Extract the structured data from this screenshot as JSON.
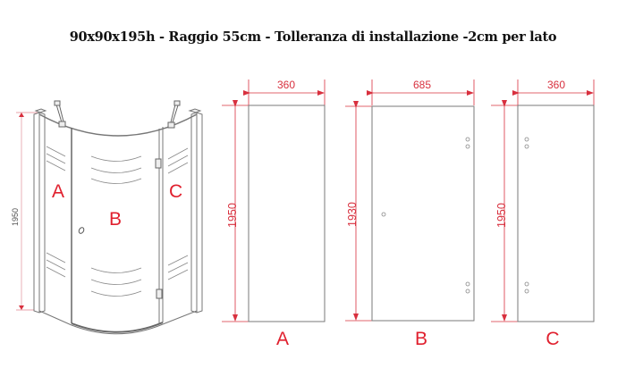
{
  "title": "90x90x195h - Raggio 55cm - Tolleranza di installazione -2cm per lato",
  "colors": {
    "dimension_red": "#d8303e",
    "label_red": "#e0202e",
    "outline_gray": "#7a7a7a"
  },
  "assembly_view": {
    "height_label": "1950",
    "panel_labels": [
      "A",
      "B",
      "C"
    ]
  },
  "panels": [
    {
      "id": "A",
      "label": "A",
      "width": "360",
      "height": "1950"
    },
    {
      "id": "B",
      "label": "B",
      "width": "685",
      "height": "1930"
    },
    {
      "id": "C",
      "label": "C",
      "width": "360",
      "height": "1950"
    }
  ]
}
